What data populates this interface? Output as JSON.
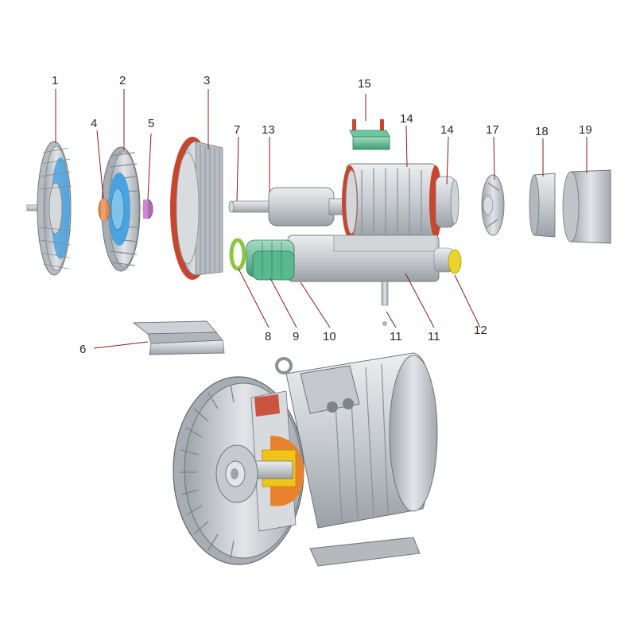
{
  "callouts": [
    {
      "id": "c1",
      "label": "1"
    },
    {
      "id": "c2",
      "label": "2"
    },
    {
      "id": "c3",
      "label": "3"
    },
    {
      "id": "c4",
      "label": "4"
    },
    {
      "id": "c5",
      "label": "5"
    },
    {
      "id": "c6",
      "label": "6"
    },
    {
      "id": "c7",
      "label": "7"
    },
    {
      "id": "c8",
      "label": "8"
    },
    {
      "id": "c9",
      "label": "9"
    },
    {
      "id": "c10",
      "label": "10"
    },
    {
      "id": "c11a",
      "label": "11"
    },
    {
      "id": "c11b",
      "label": "11"
    },
    {
      "id": "c12",
      "label": "12"
    },
    {
      "id": "c13",
      "label": "13"
    },
    {
      "id": "c14a",
      "label": "14"
    },
    {
      "id": "c14b",
      "label": "14"
    },
    {
      "id": "c15",
      "label": "15"
    },
    {
      "id": "c17",
      "label": "17"
    },
    {
      "id": "c18",
      "label": "18"
    },
    {
      "id": "c19",
      "label": "19"
    }
  ],
  "colors": {
    "metal": "#c9ccd0",
    "metal_dark": "#8f949a",
    "metal_light": "#e6e8ea",
    "seal_blue": "#4aa3df",
    "gasket_red": "#c8452e",
    "bearing_orange": "#e0894a",
    "bushing_purple": "#b06ab3",
    "ring_green": "#8cc63f",
    "cap_yellow": "#e8d42a",
    "terminal_green": "#3aa07a",
    "cutaway_yellow": "#f0c419",
    "cutaway_orange": "#e8822e",
    "leader": "#8a1a1a"
  }
}
